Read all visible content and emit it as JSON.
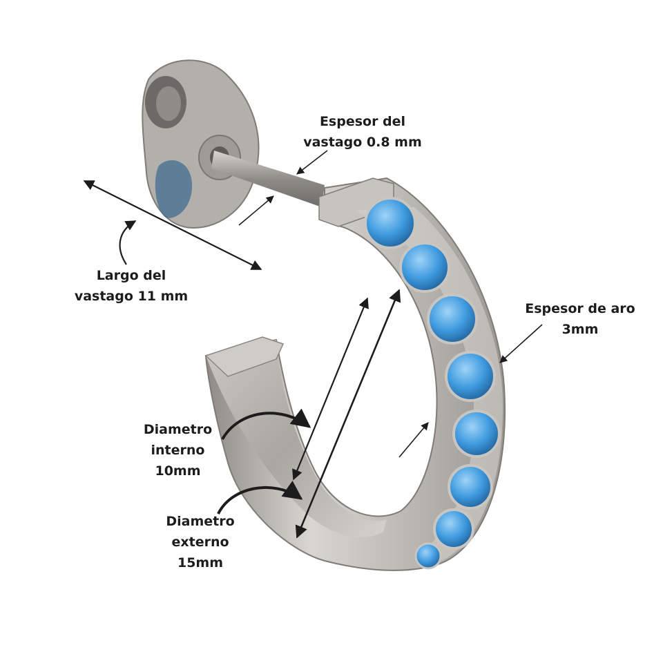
{
  "annotations": {
    "espesor_vastago": {
      "line1": "Espesor del",
      "line2": "vastago 0.8 mm"
    },
    "largo_vastago": {
      "line1": "Largo del",
      "line2": "vastago 11 mm"
    },
    "espesor_aro": {
      "line1": "Espesor de aro",
      "line2": "3mm"
    },
    "diametro_interno": {
      "line1": "Diametro",
      "line2": "interno",
      "line3": "10mm"
    },
    "diametro_externo": {
      "line1": "Diametro",
      "line2": "externo",
      "line3": "15mm"
    }
  },
  "colors": {
    "background": "#ffffff",
    "metal_light": "#d9d6d2",
    "metal_mid": "#b9b5b0",
    "metal_dark": "#8e8a86",
    "gem_blue": "#3f9bdf",
    "gem_highlight": "#9fd3f7",
    "annotation_ink": "#1c1c1c"
  }
}
